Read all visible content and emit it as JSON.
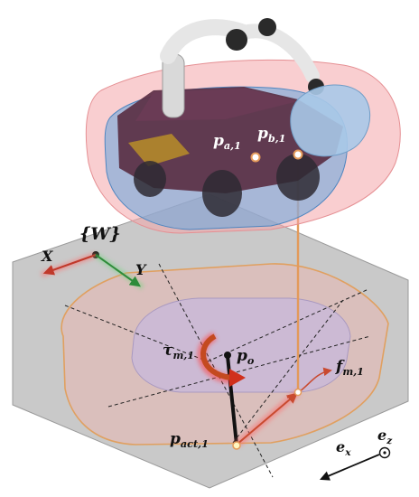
{
  "labels": {
    "world_frame": "{W}",
    "x_axis": "X",
    "y_axis": "Y",
    "p_a": {
      "base": "p",
      "sub": "a,1"
    },
    "p_b": {
      "base": "p",
      "sub": "b,1"
    },
    "p_o": {
      "base": "p",
      "sub": "o"
    },
    "tau": {
      "base": "τ",
      "sub": "m,1"
    },
    "f": {
      "base": "f",
      "sub": "m,1"
    },
    "p_act": {
      "base": "p",
      "sub": "act,1"
    },
    "e_x": {
      "base": "e",
      "sub": "x"
    },
    "e_z": {
      "base": "e",
      "sub": "z"
    }
  },
  "colors": {
    "floor": "#c9c9c9",
    "inner_zone": "#c9b8d8",
    "outer_zone_stroke": "#e0a060",
    "vertical_line": "#e39a5a",
    "y_axis": "#2e8b3a",
    "x_axis": "#c0392b",
    "tau_arrow": "#d0301c",
    "force_arrow": "#c94a30",
    "hull_pink": "#f4a6aa",
    "hull_blue": "#6fa8dc",
    "robot_body": "#5a2f44"
  }
}
